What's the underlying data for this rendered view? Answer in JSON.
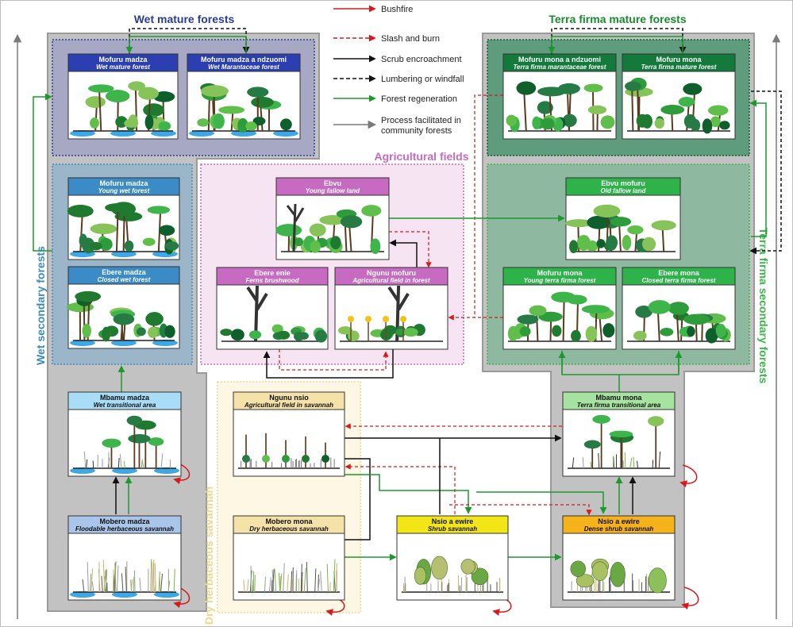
{
  "groups": {
    "wet_mature": "Wet mature forests",
    "terra_mature": "Terra firma mature forests",
    "agricultural": "Agricultural fields",
    "wet_secondary": "Wet secondary forests",
    "terra_secondary": "Terra firma secondary forests",
    "dry_savannah": "Dry herbaceous savannah"
  },
  "legend": [
    {
      "label": "Bushfire",
      "color": "#d7191c",
      "style": "solid"
    },
    {
      "label": "Slash and burn",
      "color": "#d7191c",
      "style": "dashed"
    },
    {
      "label": "Scrub encroachment",
      "color": "#111111",
      "style": "solid"
    },
    {
      "label": "Lumbering or windfall",
      "color": "#111111",
      "style": "dashed"
    },
    {
      "label": "Forest regeneration",
      "color": "#1a9a2a",
      "style": "solid"
    },
    {
      "label": "Process facilitated in",
      "label2": "community forests",
      "color": "#7a7a7a",
      "style": "solid"
    }
  ],
  "nodes": {
    "wet_mature_forest": {
      "local": "Mofuru madza",
      "english": "Wet mature forest"
    },
    "wet_marantaceae": {
      "local": "Mofuru madza a ndzuomi",
      "english": "Wet Marantaceae forest"
    },
    "terra_marantaceae": {
      "local": "Mofuru mona a ndzuomi",
      "english": "Terra firma marantaceae forest"
    },
    "terra_mature_forest": {
      "local": "Mofuru mona",
      "english": "Terra firma mature forest"
    },
    "young_wet": {
      "local": "Mofuru madza",
      "english": "Young wet forest"
    },
    "closed_wet": {
      "local": "Ebere madza",
      "english": "Closed wet forest"
    },
    "young_fallow": {
      "local": "Ebvu",
      "english": "Young fallow land"
    },
    "ferns": {
      "local": "Ebere enie",
      "english": "Ferns brushwood"
    },
    "agri_forest": {
      "local": "Ngunu mofuru",
      "english": "Agricultural field in forest"
    },
    "old_fallow": {
      "local": "Ebvu mofuru",
      "english": "Old fallow land"
    },
    "young_terra": {
      "local": "Mofuru mona",
      "english": "Young  terra firma forest"
    },
    "closed_terra": {
      "local": "Ebere mona",
      "english": "Closed terra firma forest"
    },
    "wet_transitional": {
      "local": "Mbamu madza",
      "english": "Wet transitional area"
    },
    "agri_savannah": {
      "local": "Ngunu nsio",
      "english": "Agricultural field in savannah"
    },
    "terra_transitional": {
      "local": "Mbamu mona",
      "english": "Terra firma transitional area"
    },
    "floodable_savannah": {
      "local": "Mobero madza",
      "english": "Floodable herbaceous savannah"
    },
    "dry_herb_savannah": {
      "local": "Mobero mona",
      "english": "Dry herbaceous savannah"
    },
    "shrub_savannah": {
      "local": "Nsio a ewire",
      "english": "Shrub savannah"
    },
    "dense_shrub": {
      "local": "Nsio a ewire",
      "english": "Dense shrub savannah"
    }
  },
  "colors": {
    "wet_mature_bg": "#a7a9c4",
    "terra_mature_bg": "#5f9b7d",
    "wet_secondary_bg": "#9bb5c9",
    "terra_secondary_bg": "#8fb8a0",
    "agri_bg": "#f6e4f2",
    "savannah_bg": "#fdf7e4",
    "grey_panel": "#c2c2c2",
    "bushfire": "#d7191c",
    "regeneration": "#1a9a2a",
    "scrub": "#111111",
    "community": "#7a7a7a"
  }
}
